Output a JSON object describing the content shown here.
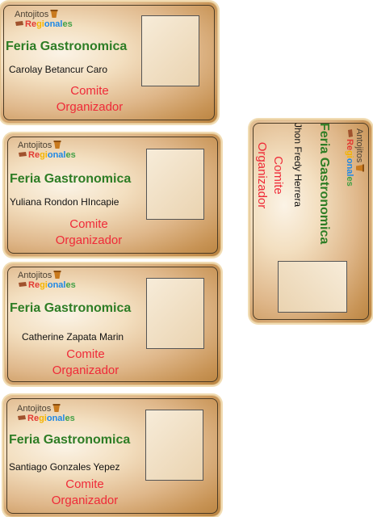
{
  "logo": {
    "line1": "Antojitos",
    "line2_parts": [
      {
        "text": "Re",
        "color": "#e23b33"
      },
      {
        "text": "gi",
        "color": "#f4b400"
      },
      {
        "text": "onal",
        "color": "#1e88e5"
      },
      {
        "text": "es",
        "color": "#43a047"
      }
    ]
  },
  "event_title": "Feria Gastronomica",
  "role_line1": "Comite",
  "role_line2": "Organizador",
  "colors": {
    "title": "#2e7d25",
    "role": "#ef2a38",
    "border": "#4a3a24"
  },
  "cards": [
    {
      "name": "Carolay Betancur Caro"
    },
    {
      "name": "Yuliana Rondon HIncapie"
    },
    {
      "name": "Catherine Zapata Marin"
    },
    {
      "name": "Santiago Gonzales Yepez"
    },
    {
      "name": "Jhon Fredy Herrera"
    }
  ]
}
